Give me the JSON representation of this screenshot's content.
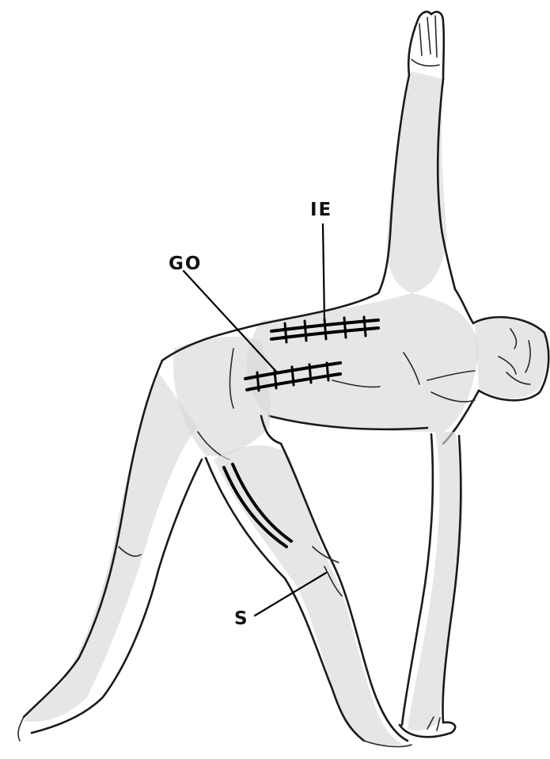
{
  "labels": {
    "ie": "IE",
    "go": "GO",
    "s": "S"
  },
  "colors": {
    "line": "#1a1a1a",
    "shading": "#d9d9d9",
    "background": "#ffffff"
  }
}
